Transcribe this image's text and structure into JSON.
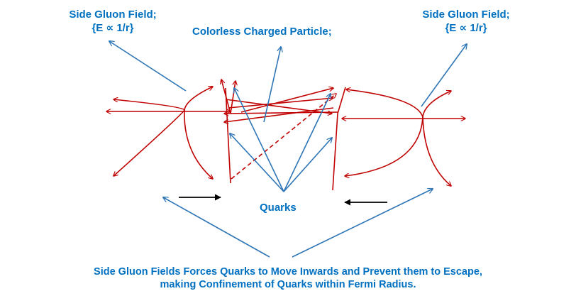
{
  "labels": {
    "side_field_left_title": "Side Gluon Field;",
    "side_field_left_formula": "{E ∝ 1/r}",
    "side_field_right_title": "Side Gluon Field;",
    "side_field_right_formula": "{E ∝ 1/r}",
    "particle": "Colorless Charged Particle;",
    "quarks": "Quarks",
    "caption_line1": "Side Gluon Fields Forces Quarks to Move Inwards and Prevent them to Escape,",
    "caption_line2": "making Confinement of Quarks within Fermi Radius."
  },
  "colors": {
    "label_blue": "#0070C0",
    "pointer_blue": "#2E75B6",
    "field_red": "#C00000",
    "motion_black": "#000000",
    "background": "#FFFFFF"
  }
}
